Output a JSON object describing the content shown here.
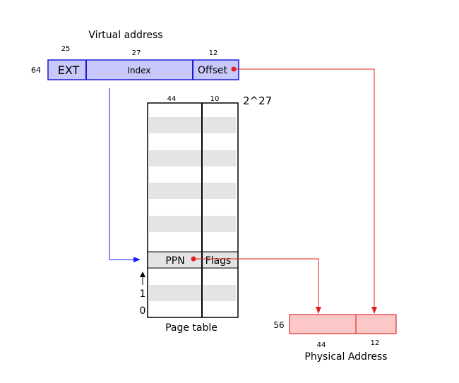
{
  "virtual_address": {
    "title": "Virtual address",
    "total_bits": "64",
    "fields": [
      {
        "label": "EXT",
        "bits": "25"
      },
      {
        "label": "Index",
        "bits": "27"
      },
      {
        "label": "Offset",
        "bits": "12"
      }
    ]
  },
  "page_table": {
    "title": "Page table",
    "col_bits": [
      "44",
      "10"
    ],
    "entries_label": "2^27",
    "entry_labels": [
      "PPN",
      "Flags"
    ],
    "row_labels": [
      "1",
      "0"
    ]
  },
  "physical_address": {
    "title": "Physical Address",
    "total_bits": "56",
    "field_bits": [
      "44",
      "12"
    ]
  },
  "colors": {
    "virtual_fill": "#c8c8fa",
    "virtual_stroke": "#1a1ad6",
    "physical_fill": "#fcc8c8",
    "physical_stroke": "#e03030",
    "arrow_blue": "#1a1aff",
    "arrow_red": "#e02020",
    "row_shade": "#e4e4e4"
  }
}
